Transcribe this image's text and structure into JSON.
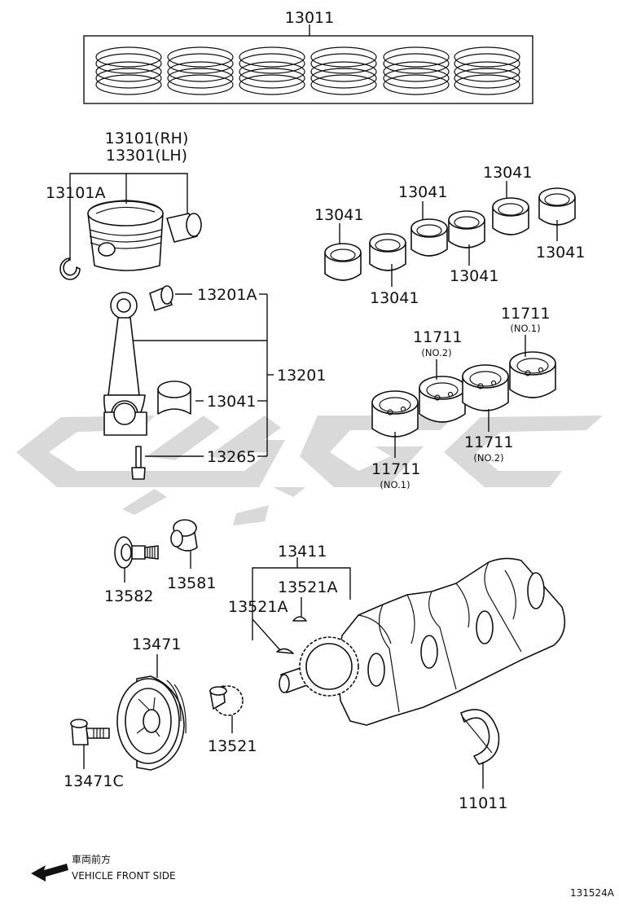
{
  "diagram": {
    "watermark": {
      "color": "#d9d9d9"
    },
    "labels": {
      "rings_set": "13011",
      "piston_rh": "13101(RH)",
      "piston_lh": "13301(LH)",
      "snap_ring": "13101A",
      "rod_bushing": "13201A",
      "connecting_rod": "13201",
      "rod_bearing": "13041",
      "rod_bolt": "13265",
      "bearing_a": "13041",
      "bearing_b": "13041",
      "bearing_c": "13041",
      "bearing_d": "13041",
      "bearing_e": "13041",
      "bearing_f": "13041",
      "main_bearing_1_top": "11711",
      "main_bearing_1_top_sub": "(NO.1)",
      "main_bearing_2_top": "11711",
      "main_bearing_2_top_sub": "(NO.2)",
      "main_bearing_2_bottom": "11711",
      "main_bearing_2_bottom_sub": "(NO.2)",
      "main_bearing_1_bottom": "11711",
      "main_bearing_1_bottom_sub": "(NO.1)",
      "washer_bolt": "13582",
      "plate_washer": "13581",
      "crankshaft": "13411",
      "key_upper": "13521A",
      "key_lower": "13521A",
      "pulley": "13471",
      "pulley_bolt": "13471C",
      "crank_sprocket": "13521",
      "thrust_washer": "11011",
      "front_jp": "車両前方",
      "front_en": "VEHICLE FRONT SIDE",
      "figure_code": "131524A"
    }
  }
}
